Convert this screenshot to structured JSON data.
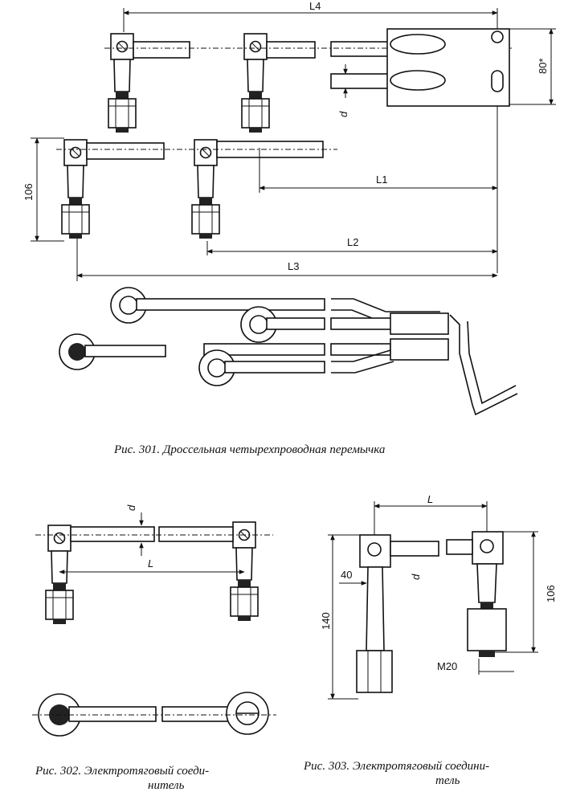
{
  "figure301": {
    "caption": "Рис. 301. Дроссельная четырехпроводная перемычка",
    "dims": {
      "L4": "L4",
      "L1": "L1",
      "L2": "L2",
      "L3": "L3",
      "h106": "106",
      "h80": "80*",
      "d": "d"
    }
  },
  "figure302": {
    "caption_line1": "Рис. 302. Электротяговый соеди-",
    "caption_line2": "нитель",
    "dims": {
      "d": "d",
      "L": "L"
    }
  },
  "figure303": {
    "caption_line1": "Рис. 303. Электротяговый соедини-",
    "caption_line2": "тель",
    "dims": {
      "L": "L",
      "d": "d",
      "w40": "40",
      "h140": "140",
      "h106": "106",
      "thread": "M20"
    }
  }
}
